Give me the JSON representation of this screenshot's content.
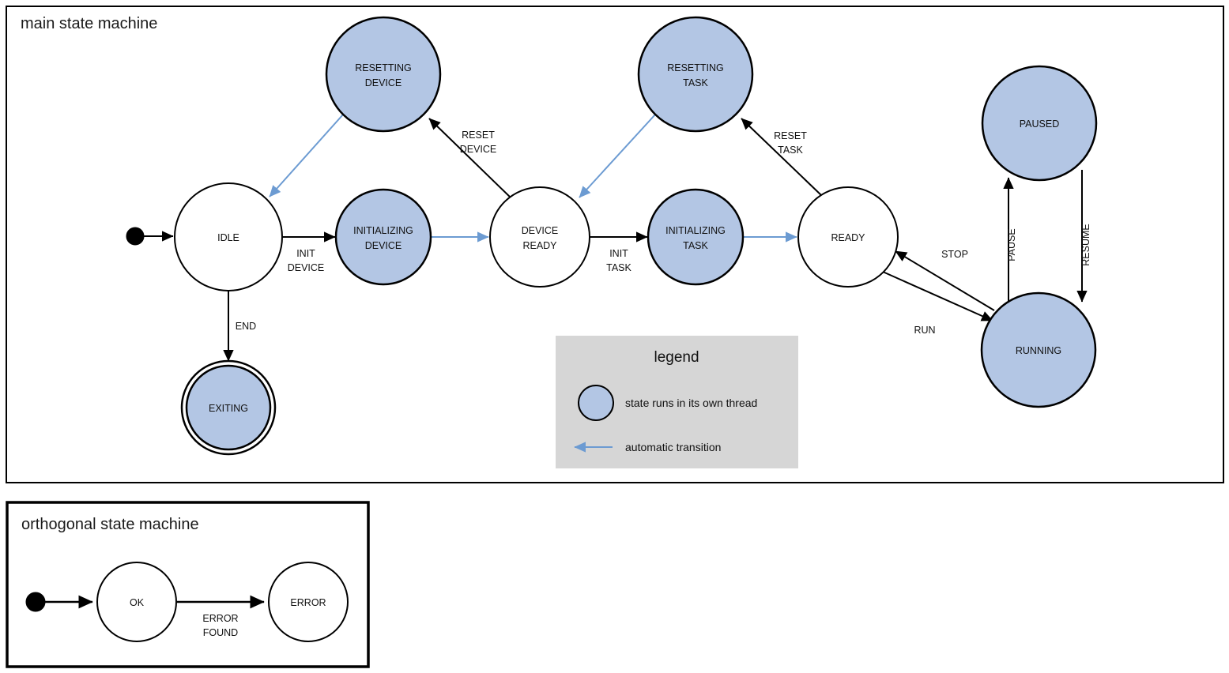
{
  "colors": {
    "thread_state_fill": "#b3c6e4",
    "plain_state_fill": "#ffffff",
    "stroke": "#000000",
    "auto_transition": "#6c9bd2",
    "legend_bg": "#d6d6d6",
    "page_bg": "#ffffff"
  },
  "main_frame": {
    "title": "main state machine"
  },
  "orthogonal_frame": {
    "title": "orthogonal state machine"
  },
  "states": {
    "resetting_device": "RESETTING\nDEVICE",
    "resetting_device_l1": "RESETTING",
    "resetting_device_l2": "DEVICE",
    "resetting_task_l1": "RESETTING",
    "resetting_task_l2": "TASK",
    "paused": "PAUSED",
    "idle": "IDLE",
    "initializing_device_l1": "INITIALIZING",
    "initializing_device_l2": "DEVICE",
    "device_ready_l1": "DEVICE",
    "device_ready_l2": "READY",
    "initializing_task_l1": "INITIALIZING",
    "initializing_task_l2": "TASK",
    "ready": "READY",
    "running": "RUNNING",
    "exiting": "EXITING",
    "ok": "OK",
    "error": "ERROR"
  },
  "transitions": {
    "init_device_l1": "INIT",
    "init_device_l2": "DEVICE",
    "reset_device_l1": "RESET",
    "reset_device_l2": "DEVICE",
    "init_task_l1": "INIT",
    "init_task_l2": "TASK",
    "reset_task_l1": "RESET",
    "reset_task_l2": "TASK",
    "end": "END",
    "stop": "STOP",
    "run": "RUN",
    "pause": "PAUSE",
    "resume": "RESUME",
    "error_found_l1": "ERROR",
    "error_found_l2": "FOUND"
  },
  "legend": {
    "title": "legend",
    "thread_item": "state runs in its own thread",
    "auto_item": "automatic transition"
  }
}
